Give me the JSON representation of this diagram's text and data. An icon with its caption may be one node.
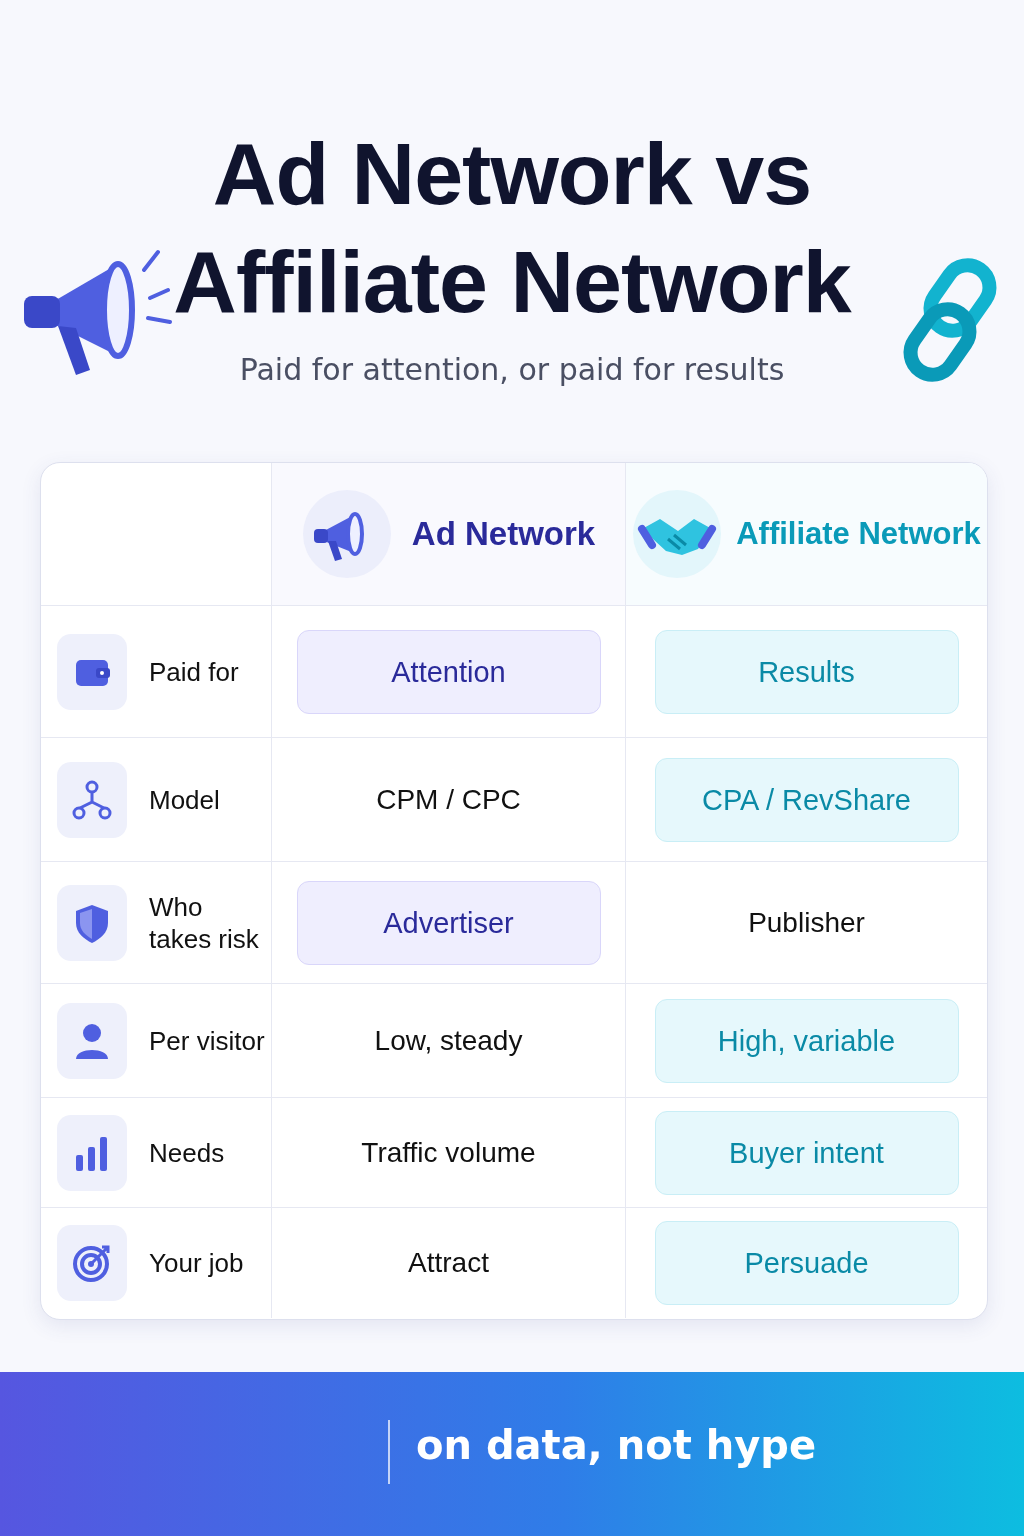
{
  "diagram": {
    "title": "Ad Network vs Affiliate Network",
    "labels": [
      "Paid for attention, or paid for results",
      "Ad Network",
      "Affiliate Network",
      "Paid for",
      "Attention",
      "Results",
      "Model",
      "CPM / CPC",
      "CPA / RevShare",
      "Who takes risk",
      "Advertiser",
      "Publisher",
      "Per visitor",
      "Low, steady",
      "High, variable",
      "Needs",
      "Traffic volume",
      "Buyer intent",
      "Your job",
      "Attract",
      "Persuade",
      "on data, not hype"
    ]
  }
}
